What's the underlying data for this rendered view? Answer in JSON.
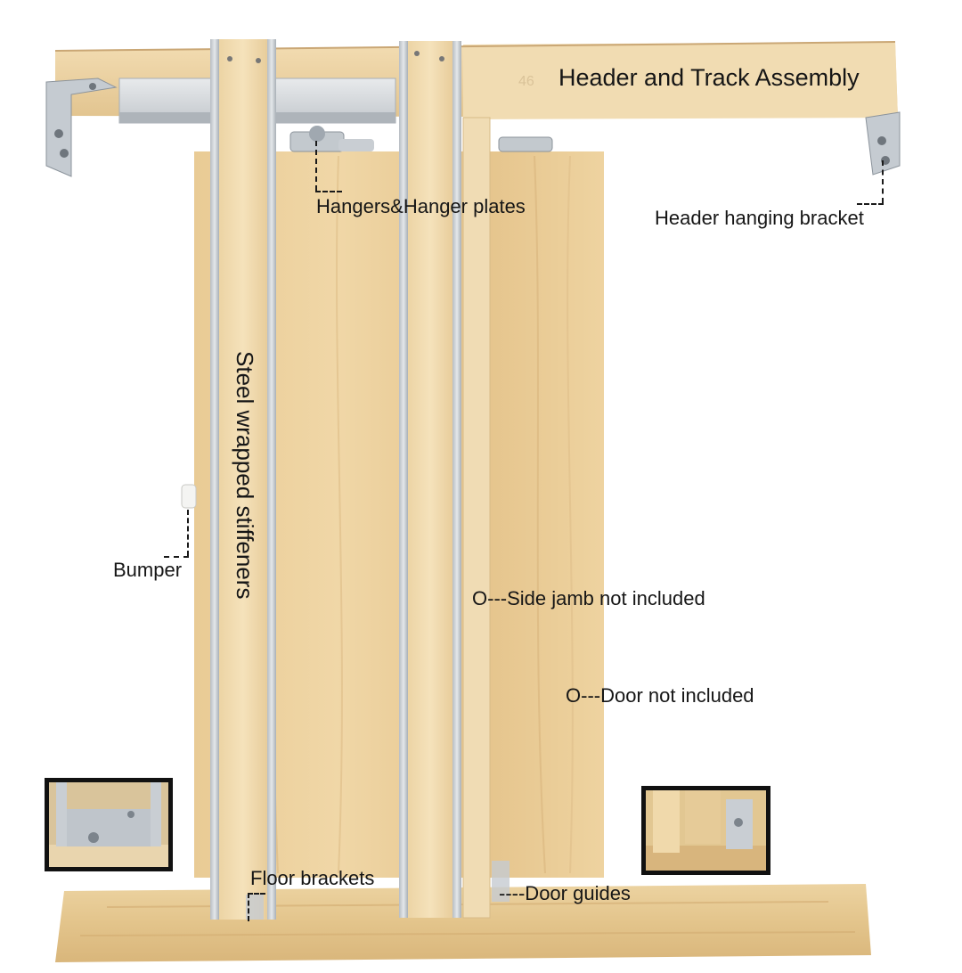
{
  "labels": {
    "header_track_assembly": "Header and Track Assembly",
    "hangers_plates": "Hangers&Hanger plates",
    "header_hanging_bracket": "Header hanging bracket",
    "steel_wrapped_stiffeners": "Steel wrapped stiffeners",
    "bumper": "Bumper",
    "side_jamb": "O---Side jamb not included",
    "door": "O---Door not included",
    "floor_brackets": "Floor brackets",
    "door_guides": "----Door guides"
  },
  "colors": {
    "wood_light": "#f1ddb2",
    "wood_mid": "#e6c993",
    "wood_dark": "#d4b07a",
    "steel": "#c9ced3",
    "steel_dark": "#9aa2aa",
    "label_text": "#161616",
    "inset_border": "#111111"
  }
}
